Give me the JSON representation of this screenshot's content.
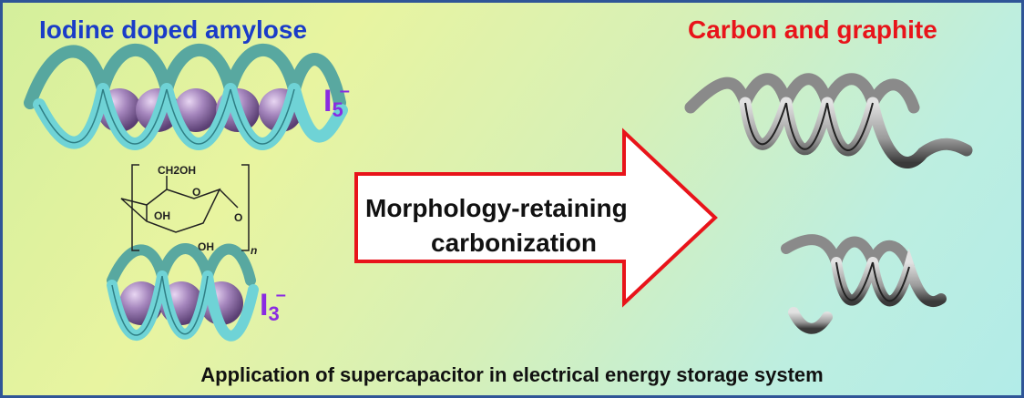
{
  "title_left": "Iodine doped amylose",
  "title_right": "Carbon and graphite",
  "ion_top": {
    "base": "I",
    "sub": "5",
    "sup": "–"
  },
  "ion_bottom": {
    "base": "I",
    "sub": "3",
    "sup": "–"
  },
  "arrow_label": {
    "line1": "Morphology-retaining",
    "line2": "carbonization"
  },
  "structure": {
    "ch2oh": "CH2OH",
    "o_ring": "O",
    "oh_left": "OH",
    "oh_bottom": "OH",
    "o_link": "O",
    "n": "n"
  },
  "caption": "Application of supercapacitor in electrical energy storage system",
  "colors": {
    "frame": "#2f5597",
    "title_left": "#1a3cc8",
    "title_right": "#e8141a",
    "ion": "#8a2be2",
    "ribbon": "#6fd3d6",
    "sphere": "#9b7fb0",
    "arrow_border": "#e8141a",
    "carbon_ribbon": "#a8a8a8"
  }
}
